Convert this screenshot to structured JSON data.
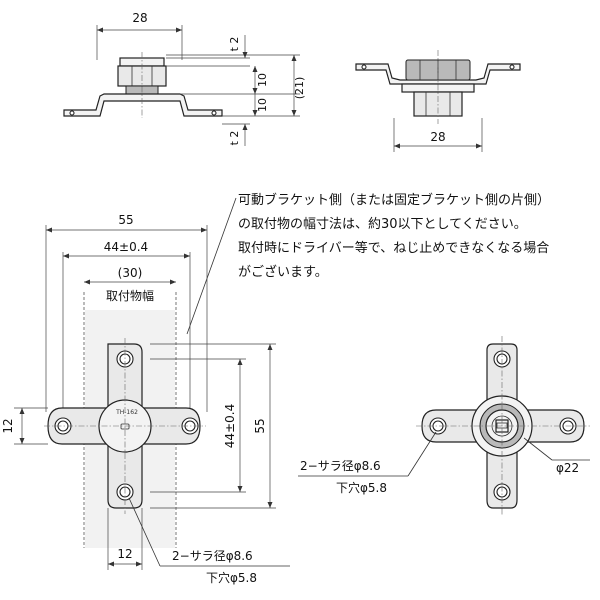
{
  "top_left": {
    "width": "28",
    "thickness_top": "t 2",
    "height_upper": "10",
    "height_overall": "(21)",
    "height_lower": "10",
    "thickness_bottom": "t 2"
  },
  "top_right": {
    "width": "28"
  },
  "note": {
    "line1": "可動ブラケット側（または固定ブラケット側の片側）",
    "line2": "の取付物の幅寸法は、約30以下としてください。",
    "line3": "取付時にドライバー等で、ねじ止めできなくなる場合",
    "line4": "がございます。"
  },
  "plan": {
    "width_overall": "55",
    "hole_pitch_h": "44±0.4",
    "mount_width": "(30)",
    "mount_width_label": "取付物幅",
    "arm_width": "12",
    "hole_pitch_v": "44±0.4",
    "height_overall": "55",
    "arm_width_bottom": "12",
    "countersink": "2−サラ径φ8.6",
    "pilot_hole": "下穴φ5.8",
    "model_mark": "TH-162"
  },
  "side_plan": {
    "countersink": "2−サラ径φ8.6",
    "pilot_hole": "下穴φ5.8",
    "boss_diameter": "φ22"
  }
}
